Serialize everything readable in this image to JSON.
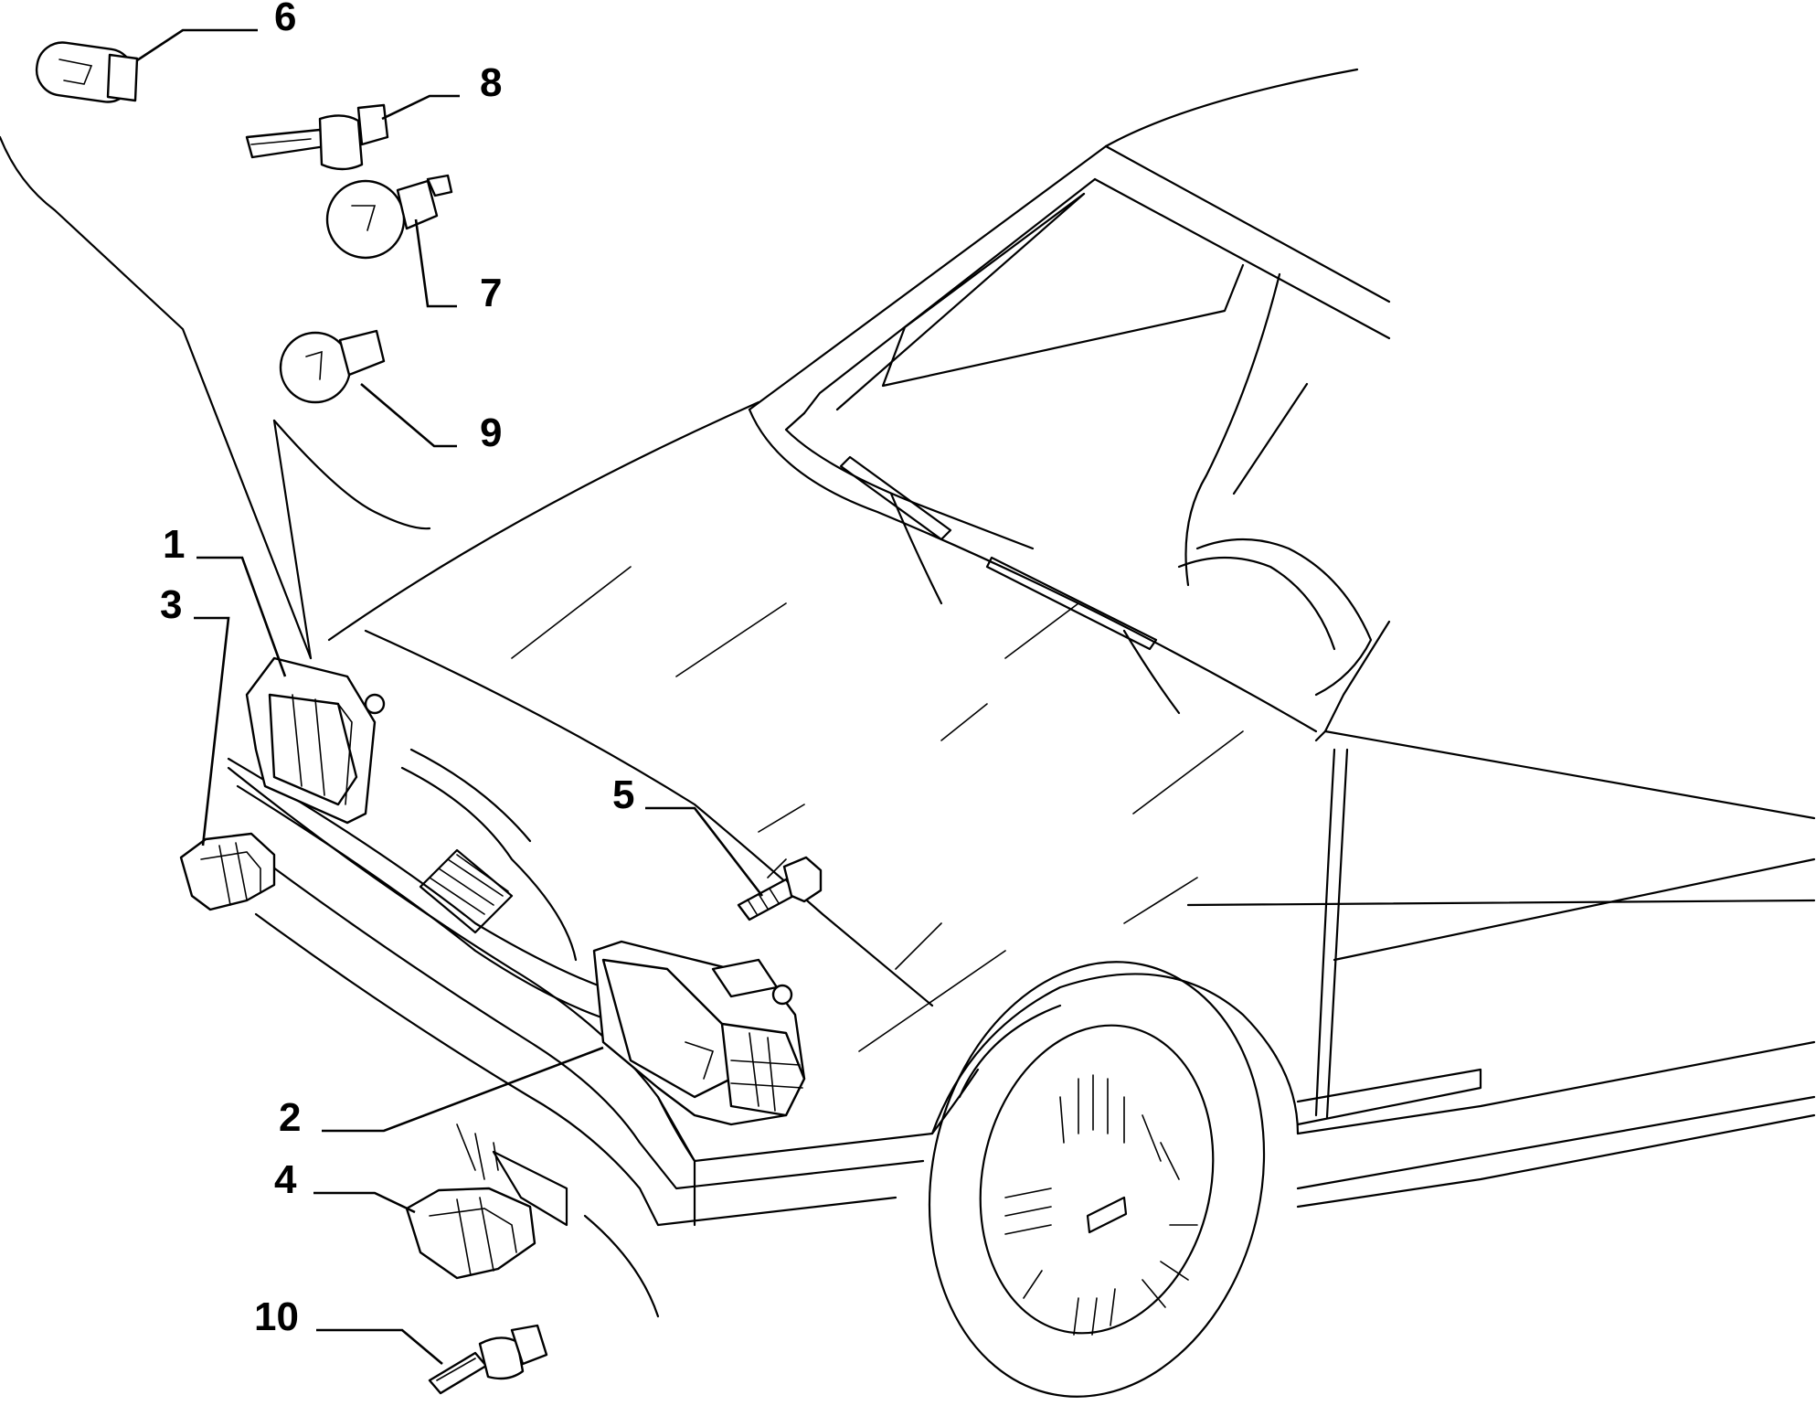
{
  "callouts": [
    {
      "id": "1",
      "label": "1",
      "part": "left-headlamp"
    },
    {
      "id": "2",
      "label": "2",
      "part": "right-headlamp"
    },
    {
      "id": "3",
      "label": "3",
      "part": "left-fog-lamp"
    },
    {
      "id": "4",
      "label": "4",
      "part": "right-fog-lamp"
    },
    {
      "id": "5",
      "label": "5",
      "part": "adjuster-screw"
    },
    {
      "id": "6",
      "label": "6",
      "part": "festoon-bulb"
    },
    {
      "id": "7",
      "label": "7",
      "part": "double-filament-bulb"
    },
    {
      "id": "8",
      "label": "8",
      "part": "halogen-bulb-h4"
    },
    {
      "id": "9",
      "label": "9",
      "part": "single-filament-bulb"
    },
    {
      "id": "10",
      "label": "10",
      "part": "halogen-bulb-h1"
    }
  ]
}
